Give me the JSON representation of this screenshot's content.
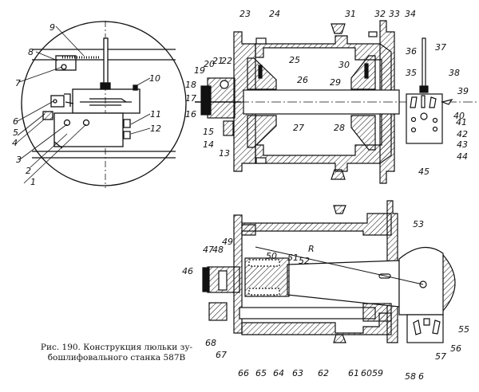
{
  "figure": {
    "caption_line1": "Рис. 190. Конструкция люльки зу-",
    "caption_line2": "бошлифовального станка 587В",
    "ink_color": "#111111",
    "background": "#ffffff"
  },
  "detail_view": {
    "name": "circular-inset",
    "labels": [
      "1",
      "2",
      "3",
      "4",
      "5",
      "6",
      "7",
      "8",
      "9",
      "10",
      "11",
      "12"
    ]
  },
  "upper_section": {
    "name": "cradle-section-upper",
    "labels": [
      "13",
      "14",
      "15",
      "16",
      "17",
      "18",
      "19",
      "20",
      "21",
      "22",
      "23",
      "24",
      "25",
      "26",
      "27",
      "28",
      "29",
      "30",
      "31",
      "32",
      "33",
      "34",
      "35",
      "36",
      "37",
      "38",
      "39",
      "40",
      "41",
      "42",
      "43",
      "44",
      "45"
    ]
  },
  "lower_section": {
    "name": "cradle-section-lower",
    "radius_label": "R",
    "labels": [
      "46",
      "47",
      "48",
      "49",
      "50",
      "51",
      "52",
      "53",
      "55",
      "56",
      "57",
      "58",
      "6",
      "59",
      "60",
      "61",
      "62",
      "63",
      "64",
      "65",
      "66",
      "67",
      "68"
    ]
  }
}
